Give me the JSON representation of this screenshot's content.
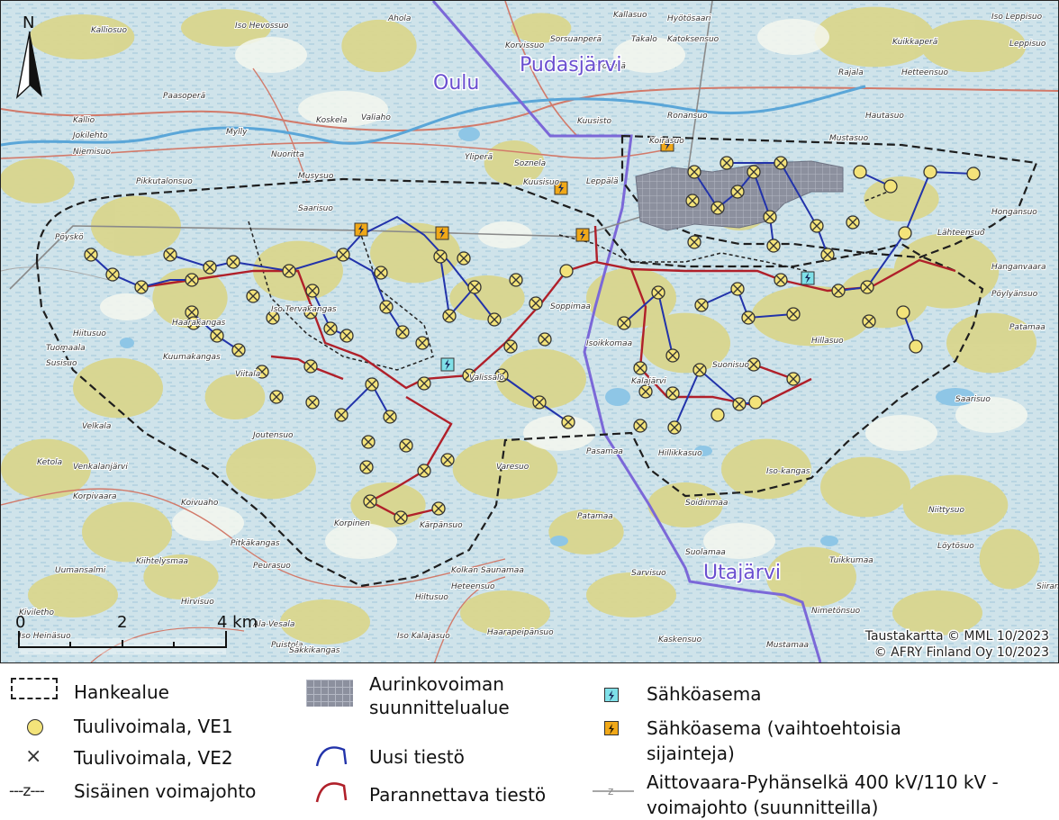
{
  "map": {
    "north_label": "N",
    "scale": {
      "ticks": [
        "0",
        "2",
        "4 km"
      ]
    },
    "credits": [
      "Taustakartta © MML 10/2023",
      "© AFRY Finland Oy 10/2023"
    ],
    "municipalities": [
      "Oulu",
      "Pudasjärvi",
      "Utajärvi"
    ],
    "places": [
      "Kalliosuo",
      "Iso Hevossuo",
      "Ahola",
      "Kallasuo",
      "Hyötösaari",
      "Iso Leppisuo",
      "Leppisuo",
      "Takalo",
      "Sorsuanperä",
      "Katoksensuo",
      "Kuikkaperä",
      "Korvissuo",
      "Autioperä",
      "Hetteensuo",
      "Rajala",
      "Paasoperä",
      "Kallio",
      "Mylly",
      "Koskela",
      "Valiaho",
      "Kuusisto",
      "Ronansuo",
      "Hautasuo",
      "Jokilehto",
      "Niemisuo",
      "Koirasuo",
      "Mustasuo",
      "Nuoritta",
      "Yliperä",
      "Soznela",
      "Musysuo",
      "Pikkutalonsuo",
      "Kuusisuo",
      "Leppälä",
      "Hongansuo",
      "Saarisuo",
      "Lähteensuo",
      "Hanganvaara",
      "Pöyskö",
      "Hiitusuo",
      "Tuomaala",
      "Susisuo",
      "Haarakangas",
      "Kuumakangas",
      "Viitala",
      "Iso Tervakangas",
      "Soppimaa",
      "Isoikkomaa",
      "Pöylyänsuo",
      "Patamaa",
      "Hillasuo",
      "Suonisuo",
      "Valissalo",
      "Kalajärvi",
      "Saarisuo",
      "Velkala",
      "Joutensuo",
      "Venkalanjärvi",
      "Korpivaara",
      "Ketola",
      "Koivuaho",
      "Korpinen",
      "Varesuo",
      "Pasamaa",
      "Hillikkasuo",
      "Iso-kangas",
      "Soidinmaa",
      "Niittysuo",
      "Kärpänsuo",
      "Patamaa",
      "Löytösuo",
      "Pitkäkangas",
      "Peurasuo",
      "Kolkan Saunamaa",
      "Sarvisuo",
      "Suolamaa",
      "Tuikkumaa",
      "Siiransuo",
      "Uumansalmi",
      "Kiihtelysmaa",
      "Hirvisuo",
      "Hiltusuo",
      "Heteensuo",
      "Nimetönsuo",
      "Kiviletho",
      "Ala-Vesala",
      "Iso Heinäsuo",
      "Puistola",
      "Iso Kalajasuo",
      "Haarapeipänsuo",
      "Säkkikangas",
      "Kaskensuo",
      "Mustamaa"
    ]
  },
  "legend": {
    "items": [
      {
        "id": "hankealue",
        "label": "Hankealue"
      },
      {
        "id": "ve1",
        "label": "Tuulivoimala, VE1"
      },
      {
        "id": "ve2",
        "label": "Tuulivoimala, VE2"
      },
      {
        "id": "sisainen",
        "label": "Sisäinen voimajohto"
      },
      {
        "id": "aurinko",
        "label": "Aurinkovoiman suunnittelualue"
      },
      {
        "id": "uusi",
        "label": "Uusi tiestö"
      },
      {
        "id": "parannettava",
        "label": "Parannettava tiestö"
      },
      {
        "id": "sahkoasema",
        "label": "Sähköasema"
      },
      {
        "id": "sahkoasema_vaiht",
        "label": "Sähköasema (vaihtoehtoisia sijainteja)"
      },
      {
        "id": "aittovaara",
        "label": "Aittovaara-Pyhänselkä 400 kV/110 kV -voimajohto (suunnitteilla)"
      }
    ]
  },
  "colors": {
    "ve1_fill": "#f3e37a",
    "project_boundary": "#222222",
    "new_road": "#2233aa",
    "improved_road": "#b0202a",
    "municipal_border": "#7b68d8",
    "solar_area": "#8a8fa0",
    "substation_cyan": "#7fe0e8",
    "substation_orange": "#f0a818",
    "forest_yellow": "#d8d58a",
    "water": "#9fd0ea",
    "powerline_grey": "#8a8a8a"
  }
}
